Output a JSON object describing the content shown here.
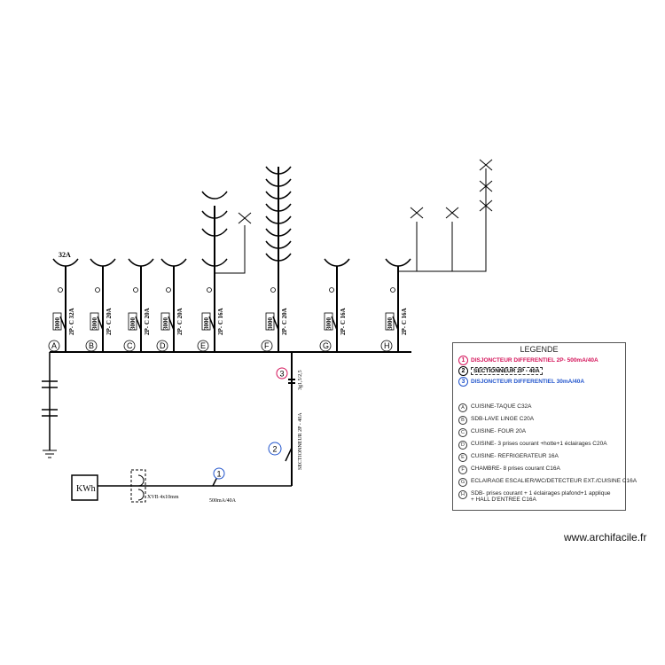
{
  "diagram": {
    "circuit_letters": [
      "A",
      "B",
      "C",
      "D",
      "E",
      "F",
      "G",
      "H"
    ],
    "breaker_labels": [
      "2P- C 32A",
      "2P- C 20A",
      "2P- C 20A",
      "2P- C 20A",
      "2P- C 16A",
      "2P- C 20A",
      "2P- C 16A",
      "2P- C 16A"
    ],
    "breaker_value": "3000",
    "amp_label_a": "32A",
    "meter_label": "KWh",
    "main_cable_label": "XVB 4x10mm",
    "earth_number": "1",
    "differential_number": "2",
    "sub_number": "3",
    "sub_cable_label": "3g1,5/2,5",
    "main_breaker_label": "500mA/40A",
    "sectionneur_label": "SECTIONNEUR 2P - 40A"
  },
  "legend": {
    "title": "LEGENDE",
    "items": [
      {
        "num": "1",
        "text": "DISJONCTEUR DIFFERENTIEL 2P- 500mA/40A",
        "color": "#d4145a"
      },
      {
        "num": "2",
        "text": "SECTIONNEUR 2P - 40A",
        "color": "#000000"
      },
      {
        "num": "3",
        "text": "DISJONCTEUR DIFFERENTIEL 30mA/40A",
        "color": "#2255cc"
      }
    ],
    "circuits": [
      {
        "letter": "A",
        "text": "CUISINE-TAQUE      C32A"
      },
      {
        "letter": "B",
        "text": "SDB-LAVE LINGE      C20A"
      },
      {
        "letter": "C",
        "text": "CUISINE-  FOUR  20A"
      },
      {
        "letter": "D",
        "text": "CUISINE-   3 prises courant +hotte+1 éclairages  C20A"
      },
      {
        "letter": "E",
        "text": "CUISINE-  REFRIGERATEUR 16A"
      },
      {
        "letter": "F",
        "text": "CHAMBRE-  8 prises courant      C16A"
      },
      {
        "letter": "G",
        "text": "ECLAIRAGE ESCALIER/WC/DETECTEUR EXT./CUISINE  C16A"
      },
      {
        "letter": "H",
        "text": "SDB-    prises courant + 1 éclairages plafond+1 applique",
        "text2": "+ HALL D'ENTREE C16A"
      }
    ]
  },
  "watermark": "www.archifacile.fr"
}
